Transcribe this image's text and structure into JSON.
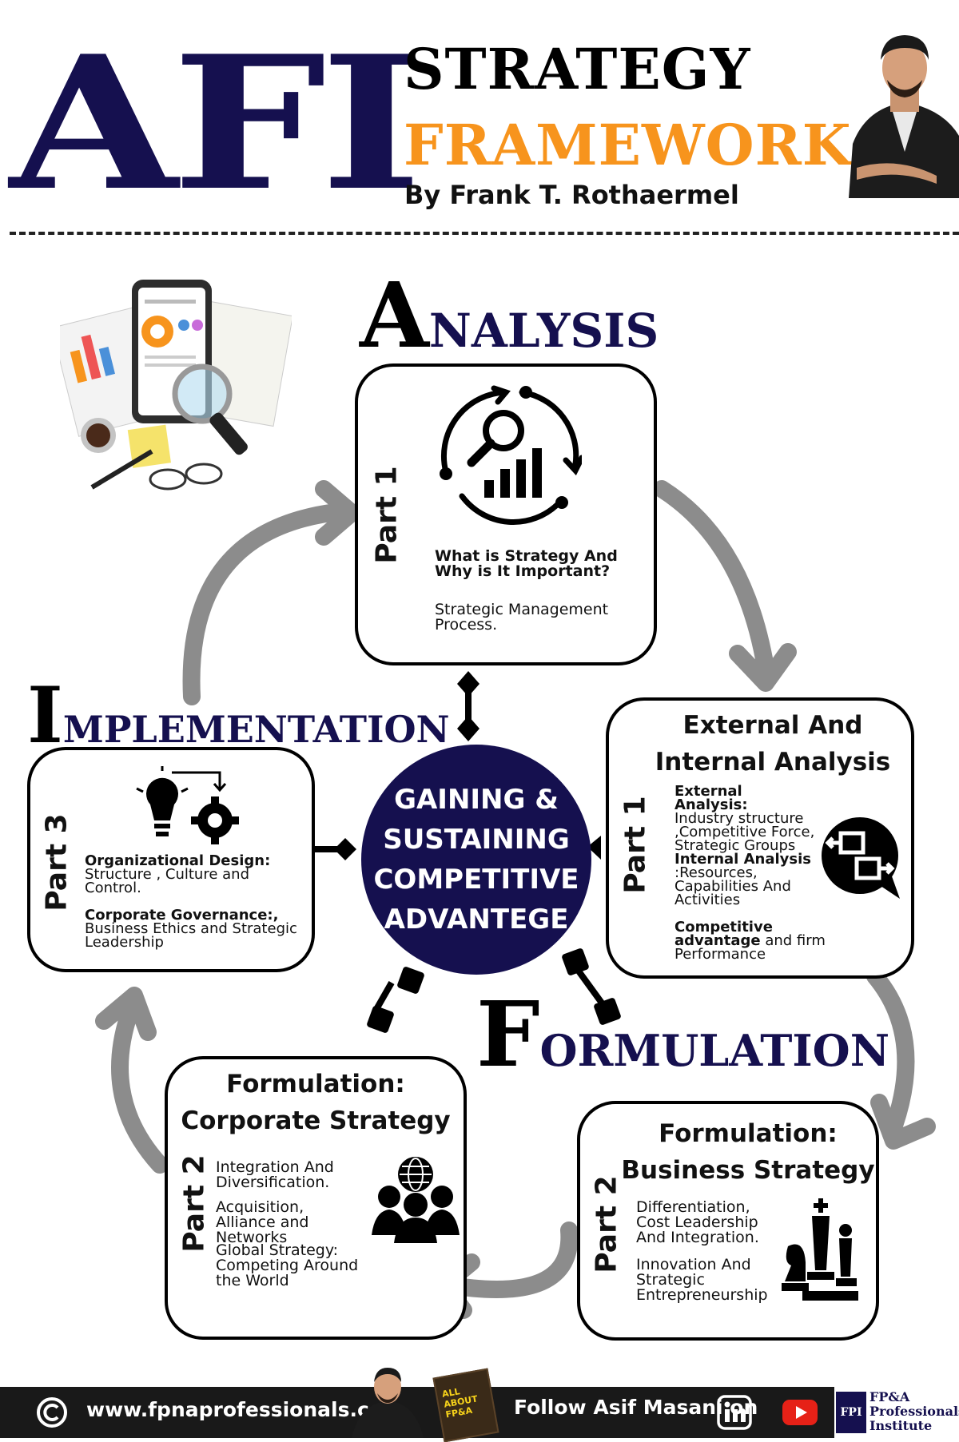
{
  "header": {
    "acronym": "AFI",
    "title_line1": "STRATEGY",
    "title_line2": "FRAMEWORK",
    "byline": "By Frank T. Rothaermel"
  },
  "phases": {
    "analysis": {
      "initial": "A",
      "rest": "NALYSIS"
    },
    "implementation": {
      "initial": "I",
      "rest": "MPLEMENTATION"
    },
    "formulation": {
      "initial": "F",
      "rest": "ORMULATION"
    }
  },
  "center": {
    "line1": "GAINING &",
    "line2": "SUSTAINING",
    "line3": "COMPETITIVE",
    "line4": "ADVANTEGE"
  },
  "boxes": {
    "analysis_box": {
      "part": "Part 1",
      "item1": "What is Strategy And Why is It Important?",
      "item2": "Strategic Management Process."
    },
    "external_box": {
      "part": "Part 1",
      "title_line1": "External And",
      "title_line2": "Internal Analysis",
      "ext_label": "External Analysis:",
      "ext_text": "Industry structure ,Competitive Force, Strategic Groups",
      "int_label": "Internal Analysis",
      "int_text": ":Resources, Capabilities And Activities",
      "comp_label": "Competitive advantage",
      "comp_text": "and firm Performance"
    },
    "business_box": {
      "part": "Part 2",
      "title_line1": "Formulation:",
      "title_line2": "Business Strategy",
      "item1": "Differentiation, Cost Leadership And Integration.",
      "item2": "Innovation And Strategic Entrepreneurship"
    },
    "corporate_box": {
      "part": "Part 2",
      "title_line1": "Formulation:",
      "title_line2": "Corporate Strategy",
      "item1": "Integration And Diversification.",
      "item2": "Acquisition, Alliance and Networks",
      "item3": "Global Strategy: Competing Around the World"
    },
    "implementation_box": {
      "part": "Part 3",
      "org_label": "Organizational Design:",
      "org_text": "Structure , Culture and Control.",
      "gov_label": "Corporate Governance:,",
      "gov_text": "Business Ethics and Strategic Leadership"
    }
  },
  "footer": {
    "website": "www.fpnaprofessionals.com",
    "follow": "Follow Asif Masani on",
    "book_text": "ALL ABOUT FP&A",
    "logo_text_1": "FP&A",
    "logo_text_2": "Professionals",
    "logo_text_3": "Institute",
    "logo_mark": "FPI"
  },
  "colors": {
    "navy": "#15104f",
    "orange": "#f7941d",
    "arrow_gray": "#8c8c8c",
    "footer_bg": "#191919"
  }
}
